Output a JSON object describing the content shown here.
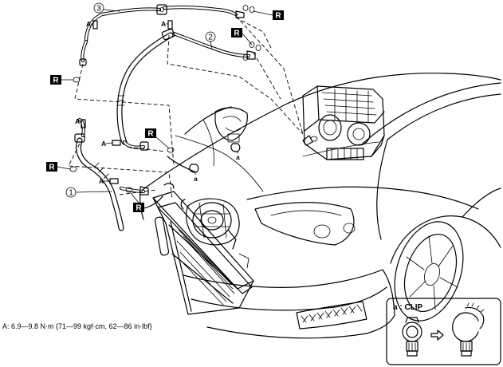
{
  "callouts": {
    "item1": "1",
    "item2": "2",
    "item3": "3"
  },
  "labels": {
    "replace": "R",
    "torque_point": "A",
    "clip_point": "a"
  },
  "torque_spec": "A: 6.9—9.8 N·m {71—99 kgf·cm, 62—86 in·lbf}",
  "clip_inset": {
    "title": "a : CLIP"
  }
}
